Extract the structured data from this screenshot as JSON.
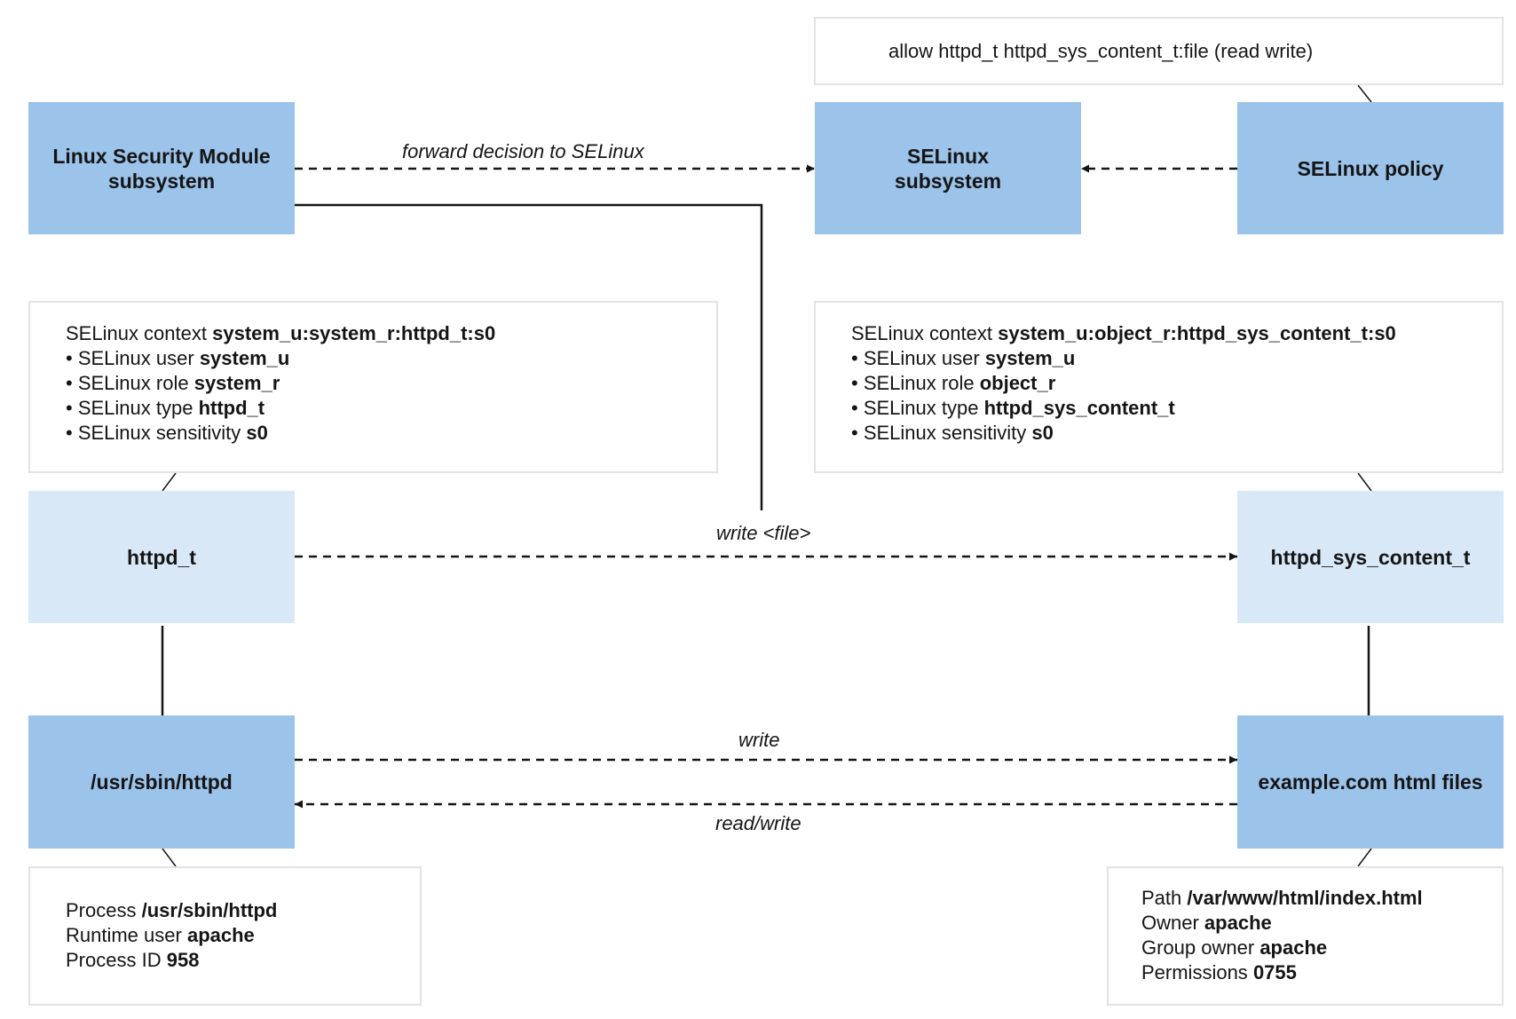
{
  "boxes": {
    "lsm": "Linux Security Module subsystem",
    "selinux_subsystem": "SELinux subsystem",
    "selinux_policy": "SELinux policy",
    "httpd_t": "httpd_t",
    "httpd_sys_content_t": "httpd_sys_content_t",
    "httpd_binary": "/usr/sbin/httpd",
    "html_files": "example.com html files"
  },
  "arrows": {
    "forward": "forward decision to SELinux",
    "write_file": "write <file>",
    "write": "write",
    "read_write": "read/write"
  },
  "policy_rule": "allow httpd_t httpd_sys_content_t:file (read write)",
  "process_context": {
    "title_prefix": "SELinux context",
    "title_value": "system_u:system_r:httpd_t:s0",
    "items": [
      {
        "bullet": "•",
        "label": "SELinux user",
        "value": "system_u"
      },
      {
        "bullet": "•",
        "label": "SELinux role",
        "value": "system_r"
      },
      {
        "bullet": "•",
        "label": "SELinux type",
        "value": "httpd_t"
      },
      {
        "bullet": "•",
        "label": "SELinux sensitivity",
        "value": "s0"
      }
    ]
  },
  "file_context": {
    "title_prefix": "SELinux context",
    "title_value": "system_u:object_r:httpd_sys_content_t:s0",
    "items": [
      {
        "bullet": "•",
        "label": "SELinux user",
        "value": "system_u"
      },
      {
        "bullet": "•",
        "label": "SELinux role",
        "value": "object_r"
      },
      {
        "bullet": "•",
        "label": "SELinux type",
        "value": "httpd_sys_content_t"
      },
      {
        "bullet": "•",
        "label": "SELinux sensitivity",
        "value": "s0"
      }
    ]
  },
  "process_info": [
    {
      "label": "Process",
      "value": "/usr/sbin/httpd"
    },
    {
      "label": "Runtime user",
      "value": "apache"
    },
    {
      "label": "Process ID",
      "value": "958"
    }
  ],
  "file_info": [
    {
      "label": "Path",
      "value": "/var/www/html/index.html"
    },
    {
      "label": "Owner",
      "value": "apache"
    },
    {
      "label": "Group owner",
      "value": "apache"
    },
    {
      "label": "Permissions",
      "value": "0755"
    }
  ],
  "colors": {
    "box_dark": "#9cc3ea",
    "box_light": "#d9e8f7",
    "note_border": "#e3e3e3",
    "line": "#151515"
  }
}
